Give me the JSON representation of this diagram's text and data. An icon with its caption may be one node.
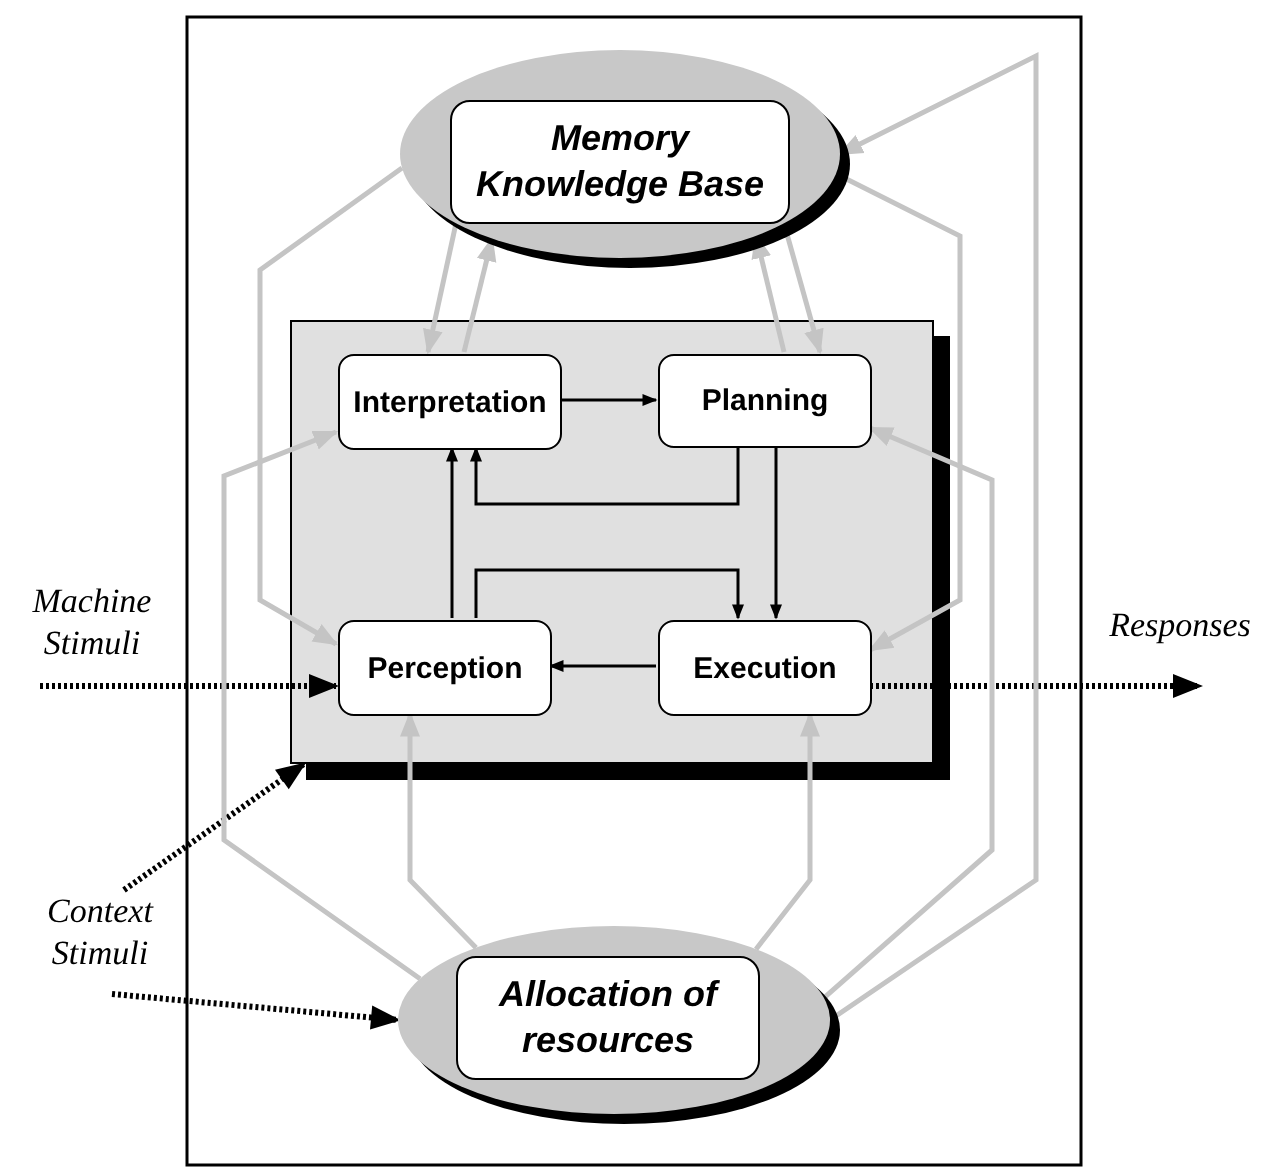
{
  "diagram": {
    "nodes": [
      {
        "text": [
          "Memory Knowledge Base"
        ]
      },
      {
        "text": [],
        "shape": "box"
      },
      {
        "text": [
          "Interpretation"
        ],
        "in": 1
      },
      {
        "text": [
          "Planning"
        ],
        "in": 1
      },
      {
        "text": [
          "Perception"
        ],
        "in": 1
      },
      {
        "text": [
          "Execution"
        ],
        "in": 1
      },
      {
        "text": [
          "Allocation of resources"
        ]
      },
      {
        "text": [
          "Machine Stimuli"
        ]
      },
      {
        "text": [
          "Responses"
        ]
      },
      {
        "text": [
          "Context Stimuli"
        ]
      }
    ],
    "edges": [
      {
        "from": 2,
        "to": 3,
        "arrow": "to",
        "color": "#000000"
      },
      {
        "from": 3,
        "to": 2,
        "arrow": "to",
        "color": "#000000"
      },
      {
        "from": 4,
        "to": 2,
        "arrow": "to",
        "color": "#000000"
      },
      {
        "from": 4,
        "to": 5,
        "arrow": "to",
        "color": "#000000"
      },
      {
        "from": 3,
        "to": 5,
        "arrow": "to",
        "color": "#000000"
      },
      {
        "from": 5,
        "to": 4,
        "arrow": "to",
        "color": "#000000"
      },
      {
        "from": 7,
        "to": 4,
        "arrow": "to",
        "style": "dashed",
        "color": "#000000"
      },
      {
        "from": 5,
        "to": 8,
        "arrow": "to",
        "style": "dashed",
        "color": "#000000"
      },
      {
        "from": 9,
        "to": 1,
        "arrow": "to",
        "style": "dashed",
        "color": "#000000"
      },
      {
        "from": 9,
        "to": 6,
        "arrow": "to",
        "style": "dashed",
        "color": "#000000"
      },
      {
        "from": 0,
        "to": 2,
        "arrow": "to"
      },
      {
        "from": 2,
        "to": 0,
        "arrow": "to"
      },
      {
        "from": 3,
        "to": 0,
        "arrow": "to"
      },
      {
        "from": 0,
        "to": 3,
        "arrow": "to"
      },
      {
        "from": 0,
        "to": 4,
        "arrow": "to"
      },
      {
        "from": 6,
        "to": 2,
        "arrow": "to"
      },
      {
        "from": 6,
        "to": 4,
        "arrow": "to"
      },
      {
        "from": 6,
        "to": 5,
        "arrow": "to"
      },
      {
        "from": 0,
        "to": 5,
        "arrow": "to"
      },
      {
        "from": 6,
        "to": 3,
        "arrow": "to"
      },
      {
        "from": 6,
        "to": 0,
        "arrow": "to"
      }
    ]
  }
}
